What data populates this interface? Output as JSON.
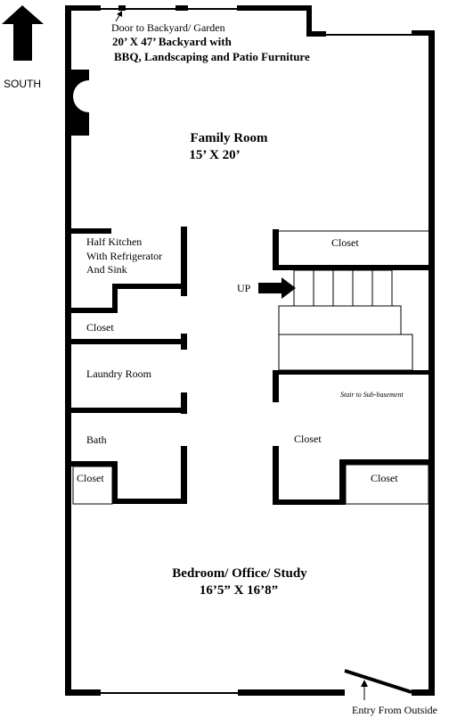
{
  "compass": {
    "label": "SOUTH",
    "icon": "north-up-arrow-icon"
  },
  "top_note": {
    "door": "Door to Backyard/ Garden",
    "backyard_line1": "20’ X 47’ Backyard with",
    "backyard_line2": "BBQ, Landscaping and Patio Furniture"
  },
  "rooms": {
    "family_room": {
      "name": "Family Room",
      "size": "15’ X 20’"
    },
    "half_kitchen": {
      "line1": "Half Kitchen",
      "line2": "With Refrigerator",
      "line3": "And Sink"
    },
    "closet_kitchen": "Closet",
    "laundry": "Laundry Room",
    "bath": "Bath",
    "closet_bath": "Closet",
    "closet_stair_top": "Closet",
    "stair_note": "Stair to Sub-basement",
    "closet_center": "Closet",
    "closet_right": "Closet",
    "bedroom": {
      "name": "Bedroom/ Office/ Study",
      "size": "16’5” X 16’8”"
    },
    "up_label": "UP",
    "entry": "Entry From Outside"
  },
  "colors": {
    "wall": "#000000",
    "background": "#ffffff"
  }
}
